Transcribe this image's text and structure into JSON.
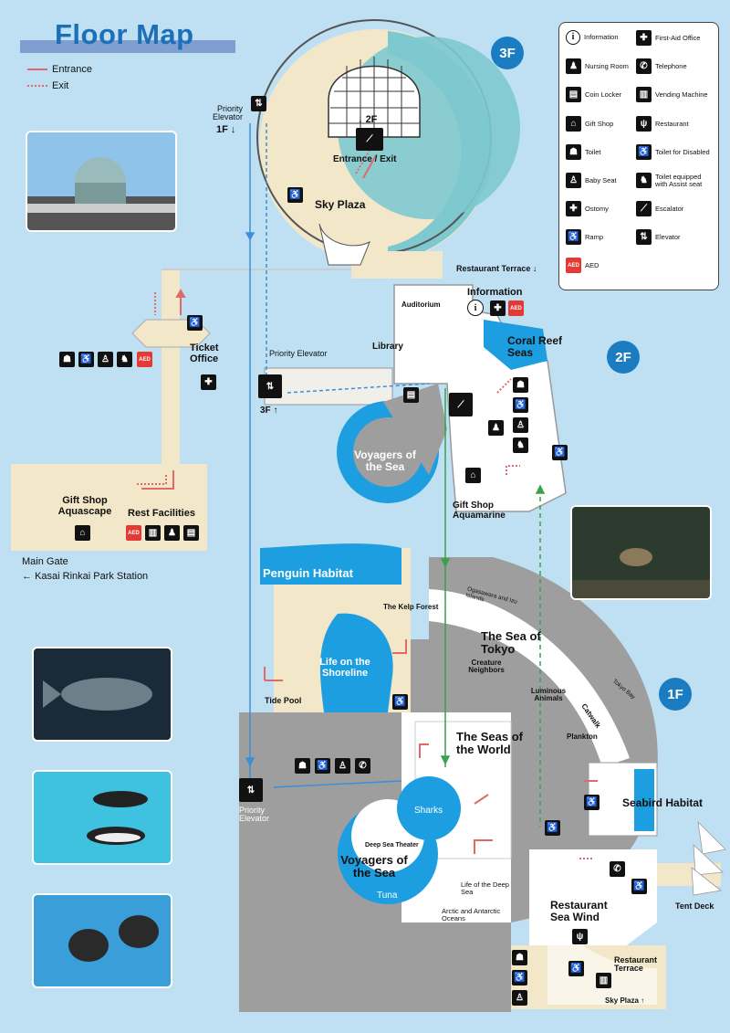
{
  "title": "Floor Map",
  "legend_lines": {
    "entrance": "Entrance",
    "exit": "Exit"
  },
  "floor_badges": {
    "f3": "3F",
    "f2": "2F",
    "f1": "1F"
  },
  "colors": {
    "background": "#bfe0f3",
    "tank": "#1c9ee0",
    "building": "#f2e7c9",
    "hall": "#9e9e9e",
    "entrance_line": "#e06a6a",
    "elevator_route": "#3b8fd6",
    "green_route": "#3aa24a",
    "aed": "#e53935",
    "badge": "#1b7cc2"
  },
  "legend": [
    {
      "icon": "info-icon",
      "glyph": "i",
      "label": "Information"
    },
    {
      "icon": "first-aid-icon",
      "glyph": "✚",
      "label": "First-Aid Office"
    },
    {
      "icon": "nursing-room-icon",
      "glyph": "♟",
      "label": "Nursing Room"
    },
    {
      "icon": "telephone-icon",
      "glyph": "✆",
      "label": "Telephone"
    },
    {
      "icon": "coin-locker-icon",
      "glyph": "▤",
      "label": "Coin Locker"
    },
    {
      "icon": "vending-machine-icon",
      "glyph": "▥",
      "label": "Vending Machine"
    },
    {
      "icon": "gift-shop-icon",
      "glyph": "⌂",
      "label": "Gift Shop"
    },
    {
      "icon": "restaurant-icon",
      "glyph": "ψ",
      "label": "Restaurant"
    },
    {
      "icon": "toilet-icon",
      "glyph": "☗",
      "label": "Toilet"
    },
    {
      "icon": "accessible-toilet-icon",
      "glyph": "♿",
      "label": "Toilet for Disabled"
    },
    {
      "icon": "baby-seat-icon",
      "glyph": "♙",
      "label": "Baby Seat"
    },
    {
      "icon": "assist-seat-toilet-icon",
      "glyph": "♞",
      "label": "Toilet equipped with Assist seat"
    },
    {
      "icon": "ostomy-icon",
      "glyph": "✚",
      "label": "Ostomy"
    },
    {
      "icon": "escalator-icon",
      "glyph": "⟋",
      "label": "Escalator"
    },
    {
      "icon": "ramp-icon",
      "glyph": "♿",
      "label": "Ramp"
    },
    {
      "icon": "elevator-icon",
      "glyph": "⇅",
      "label": "Elevator"
    },
    {
      "icon": "aed-icon",
      "glyph": "AED",
      "label": "AED"
    }
  ],
  "labels": {
    "priority_elevator": "Priority Elevator",
    "to_1f": "1F",
    "to_3f": "3F",
    "to_2f": "2F",
    "entrance_exit": "Entrance / Exit",
    "sky_plaza": "Sky Plaza",
    "restaurant_terrace": "Restaurant Terrace",
    "auditorium": "Auditorium",
    "information": "Information",
    "library": "Library",
    "coral_reef_seas": "Coral Reef Seas",
    "voyagers": "Voyagers of the Sea",
    "gift_shop_aquamarine": "Gift Shop Aquamarine",
    "ticket_office": "Ticket Office",
    "gift_shop_aquascape": "Gift Shop Aquascape",
    "rest_facilities": "Rest Facilities",
    "main_gate": "Main Gate",
    "station": "Kasai Rinkai Park Station",
    "penguin_habitat": "Penguin Habitat",
    "kelp_forest": "The Kelp Forest",
    "ogasawara": "Ogasawara and Izu Islands",
    "sea_of_tokyo": "The Sea of Tokyo",
    "creature_neighbors": "Creature Neighbors",
    "life_shoreline": "Life on the Shoreline",
    "tide_pool": "Tide Pool",
    "luminous": "Luminous Animals",
    "tokyo_bay": "Tokyo Bay",
    "catwalk": "Catwalk",
    "plankton": "Plankton",
    "seas_of_world": "The Seas of the World",
    "seabird": "Seabird Habitat",
    "sharks": "Sharks",
    "deep_sea_theater": "Deep Sea Theater",
    "tuna": "Tuna",
    "life_deep_sea": "Life of the Deep Sea",
    "arctic": "Arctic and Antarctic Oceans",
    "restaurant_sea_wind": "Restaurant Sea Wind",
    "tent_deck": "Tent Deck",
    "sky_plaza_up": "Sky Plaza"
  }
}
